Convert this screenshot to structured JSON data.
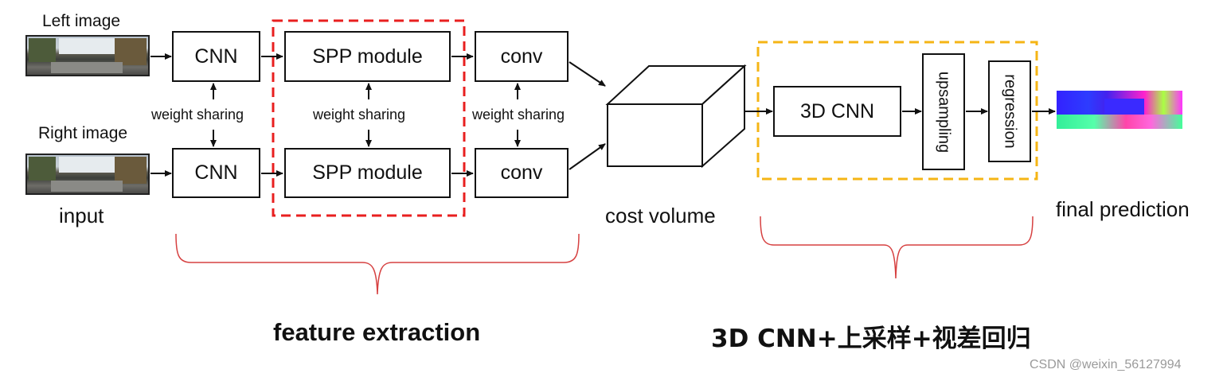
{
  "inputs": {
    "left_label": "Left image",
    "right_label": "Right image",
    "caption": "input"
  },
  "stage1": {
    "cnn_top": "CNN",
    "cnn_bottom": "CNN",
    "weight_sharing": "weight sharing"
  },
  "stage2": {
    "spp_top": "SPP module",
    "spp_bottom": "SPP module",
    "weight_sharing": "weight sharing"
  },
  "stage3": {
    "conv_top": "conv",
    "conv_bottom": "conv",
    "weight_sharing": "weight sharing"
  },
  "cost_volume": {
    "label": "cost volume"
  },
  "stage4": {
    "cnn3d": "3D CNN",
    "upsampling": "upsampling",
    "regression": "regression"
  },
  "output": {
    "label": "final prediction"
  },
  "groups": {
    "feature_extraction": "feature extraction",
    "aggregation": "3D CNN+上采样+视差回归"
  },
  "colors": {
    "spp_dash": "#e81f1f",
    "agg_dash": "#f5b515",
    "brace": "#d64040",
    "line": "#111111"
  },
  "watermark": "CSDN @weixin_56127994"
}
